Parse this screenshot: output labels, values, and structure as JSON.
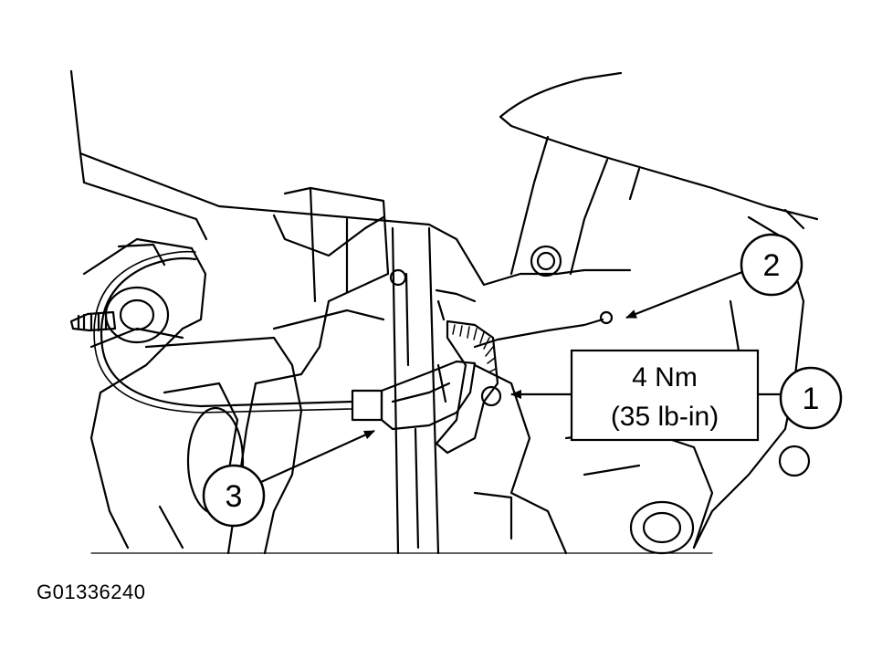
{
  "callouts": {
    "one": "1",
    "two": "2",
    "three": "3"
  },
  "torque_spec": {
    "metric": "4 Nm",
    "imperial": "(35 lb-in)"
  },
  "figure_id": "G01336240",
  "colors": {
    "line": "#000000",
    "background": "#ffffff"
  }
}
